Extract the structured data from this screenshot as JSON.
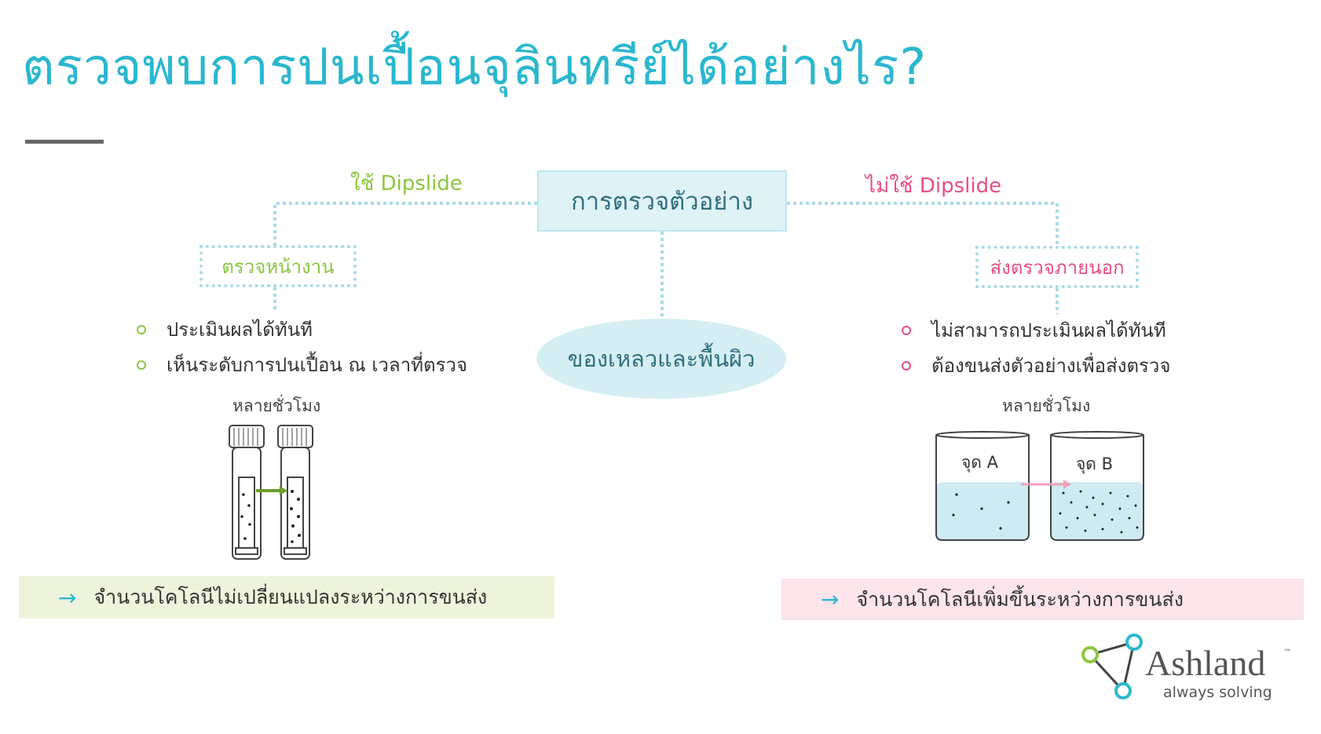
{
  "title": "ตรวจพบการปนเปื้อนจุลินทรีย์ได้อย่างไร?",
  "center_node": "การตรวจตัวอย่าง",
  "bottom_node": "ของเหลวและพื้นผิว",
  "left": {
    "branch_label": "ใช้ Dipslide",
    "subbox": "ตรวจหน้างาน",
    "bullets": [
      "ประเมินผลได้ทันที",
      "เห็นระดับการปนเปื้อน ณ เวลาที่ตรวจ"
    ],
    "time_label": "หลายชั่วโมง",
    "result": "จำนวนโคโลนีไม่เปลี่ยนแปลงระหว่างการขนส่ง"
  },
  "right": {
    "branch_label": "ไม่ใช้ Dipslide",
    "subbox": "ส่งตรวจภายนอก",
    "bullets": [
      "ไม่สามารถประเมินผลได้ทันที",
      "ต้องขนส่งตัวอย่างเพื่อส่งตรวจ"
    ],
    "time_label": "หลายชั่วโมง",
    "point_a": "จุด A",
    "point_b": "จุด B",
    "result": "จำนวนโคโลนีเพิ่มขึ้นระหว่างการขนส่ง"
  },
  "result_arrow": "→",
  "logo": {
    "name": "Ashland",
    "trademark": "™",
    "tagline": "always solving"
  },
  "colors": {
    "title": "#2bb7cf",
    "left_accent": "#8cc63f",
    "right_accent": "#e84f80",
    "connector": "#a8dbe6",
    "left_band": "#eef4dc",
    "right_band": "#fbe4ea"
  }
}
